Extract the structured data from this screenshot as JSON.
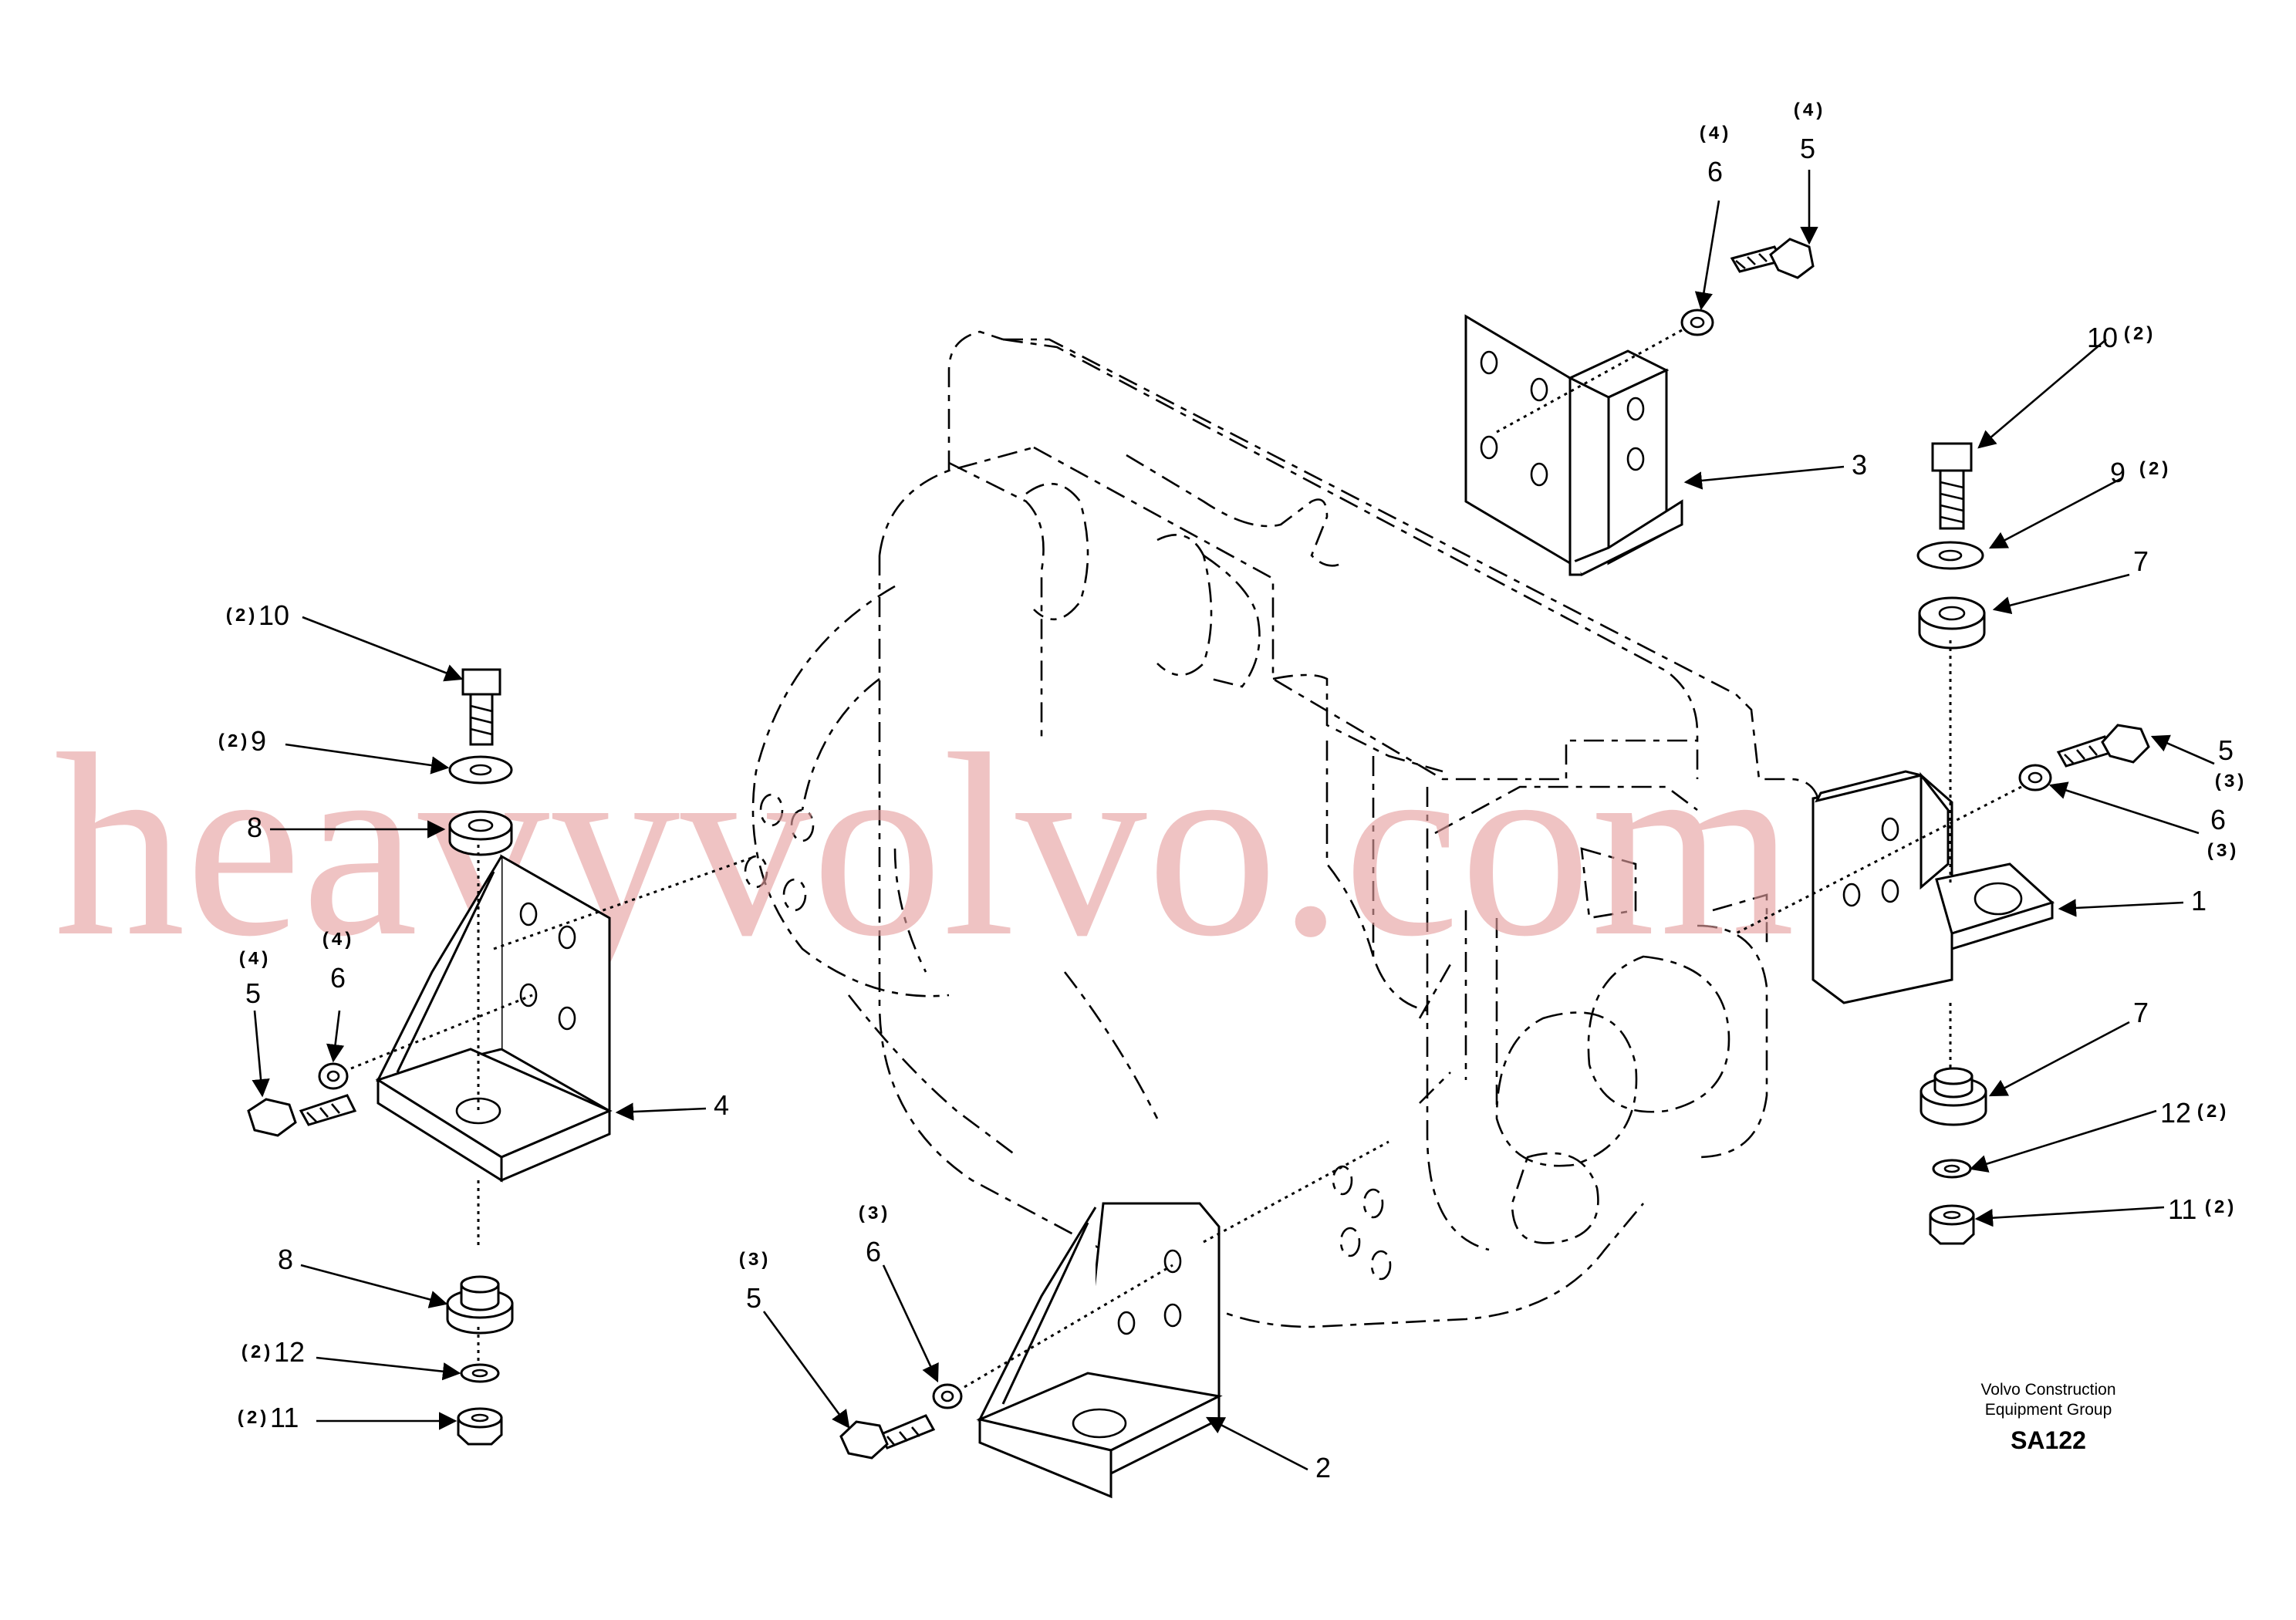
{
  "diagram": {
    "watermark": "heavyvolvo.com",
    "company_line1": "Volvo Construction",
    "company_line2": "Equipment Group",
    "drawing_code": "SA122",
    "callouts": [
      {
        "id": "c-5-top",
        "qty": "(4)",
        "label": "5"
      },
      {
        "id": "c-6-top",
        "qty": "(4)",
        "label": "6"
      },
      {
        "id": "c-3",
        "qty": "",
        "label": "3"
      },
      {
        "id": "c-10-right",
        "qty": "(2)",
        "label": "10"
      },
      {
        "id": "c-9-right",
        "qty": "(2)",
        "label": "9"
      },
      {
        "id": "c-7-right-top",
        "qty": "",
        "label": "7"
      },
      {
        "id": "c-5-right",
        "qty": "(3)",
        "label": "5"
      },
      {
        "id": "c-6-right",
        "qty": "(3)",
        "label": "6"
      },
      {
        "id": "c-1",
        "qty": "",
        "label": "1"
      },
      {
        "id": "c-7-right-bottom",
        "qty": "",
        "label": "7"
      },
      {
        "id": "c-12-right",
        "qty": "(2)",
        "label": "12"
      },
      {
        "id": "c-11-right",
        "qty": "(2)",
        "label": "11"
      },
      {
        "id": "c-10-left",
        "qty": "(2)",
        "label": "10"
      },
      {
        "id": "c-9-left",
        "qty": "(2)",
        "label": "9"
      },
      {
        "id": "c-8-left-top",
        "qty": "",
        "label": "8"
      },
      {
        "id": "c-5-left",
        "qty": "(4)",
        "label": "5"
      },
      {
        "id": "c-6-left",
        "qty": "(4)",
        "label": "6"
      },
      {
        "id": "c-4",
        "qty": "",
        "label": "4"
      },
      {
        "id": "c-8-left-bottom",
        "qty": "",
        "label": "8"
      },
      {
        "id": "c-12-left",
        "qty": "(2)",
        "label": "12"
      },
      {
        "id": "c-11-left",
        "qty": "(2)",
        "label": "11"
      },
      {
        "id": "c-5-bottom",
        "qty": "(3)",
        "label": "5"
      },
      {
        "id": "c-6-bottom",
        "qty": "(3)",
        "label": "6"
      },
      {
        "id": "c-2",
        "qty": "",
        "label": "2"
      }
    ]
  }
}
